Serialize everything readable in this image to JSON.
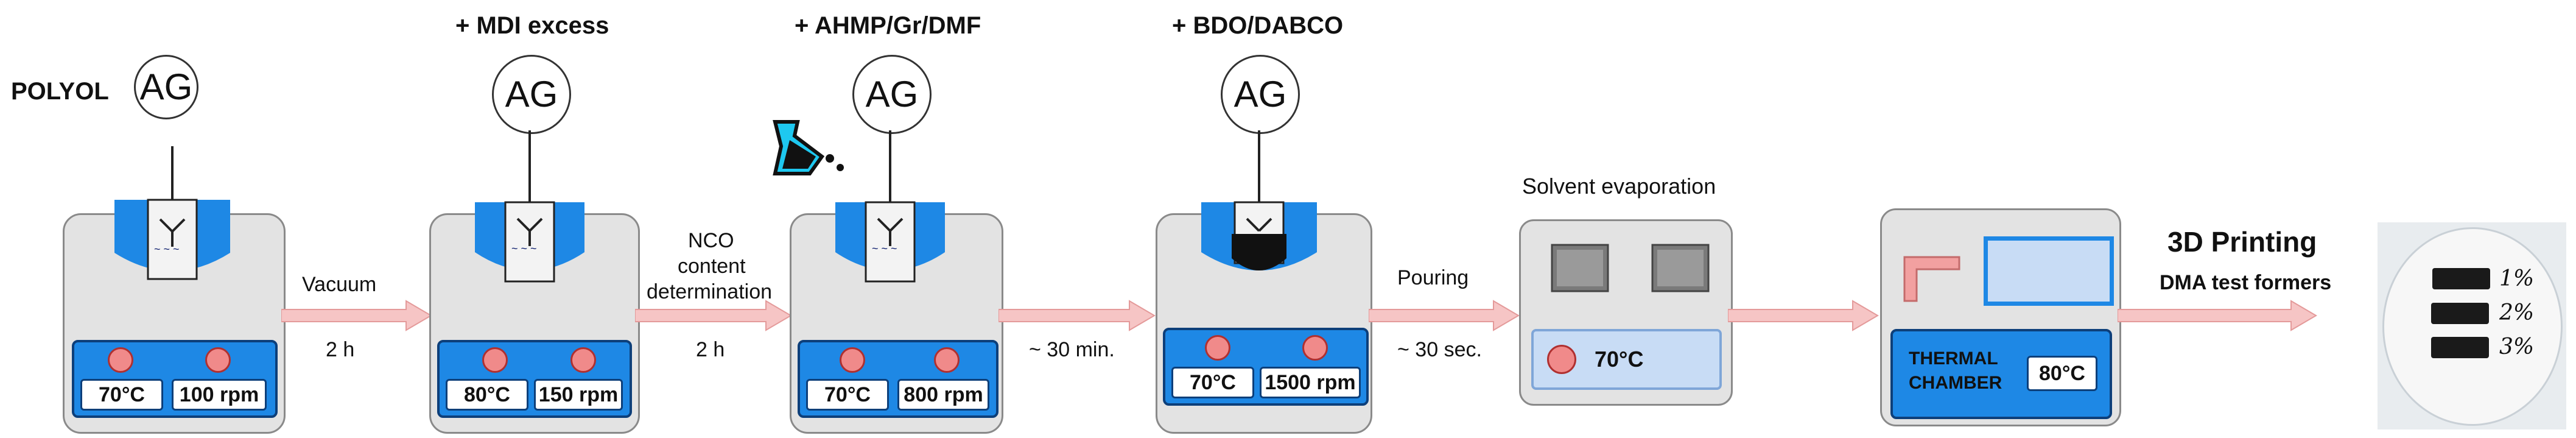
{
  "stage1": {
    "label": "POLYOL",
    "agitator": "AG",
    "temp": "70°C",
    "speed": "100 rpm"
  },
  "stage2": {
    "label": "+ MDI excess",
    "agitator": "AG",
    "temp": "80°C",
    "speed": "150 rpm"
  },
  "stage3": {
    "label": "+ AHMP/Gr/DMF",
    "agitator": "AG",
    "temp": "70°C",
    "speed": "800 rpm"
  },
  "stage4": {
    "label": "+ BDO/DABCO",
    "agitator": "AG",
    "temp": "70°C",
    "speed": "1500 rpm"
  },
  "transitions": {
    "t1": {
      "top": "Vacuum",
      "bottom": "2 h"
    },
    "t2": {
      "top_lines": [
        "NCO",
        "content",
        "determination"
      ],
      "bottom": "2 h"
    },
    "t3": {
      "bottom": "~ 30 min."
    },
    "t4": {
      "top": "Pouring",
      "bottom": "~ 30 sec."
    }
  },
  "evaporation": {
    "title": "Solvent evaporation",
    "temp": "70°C"
  },
  "chamber": {
    "label_lines": [
      "THERMAL",
      "CHAMBER"
    ],
    "temp": "80°C"
  },
  "printing": {
    "title": "3D Printing",
    "subtitle": "DMA test formers"
  },
  "sample_labels": [
    "1%",
    "2%",
    "3%"
  ],
  "colors": {
    "liquid": "#1e88e5",
    "panel": "#e3e3e3",
    "arrow": "#f6c5c5",
    "heater_knob": "#f08a8a",
    "flask": "#1ec8f0"
  }
}
